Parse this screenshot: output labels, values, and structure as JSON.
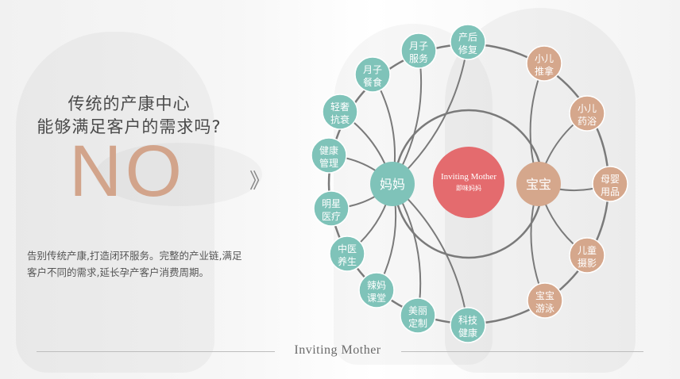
{
  "headline": {
    "line1": "传统的产康中心",
    "line2": "能够满足客户的需求吗?"
  },
  "answer": "NO",
  "description": "告别传统产康,打造闭环服务。完整的产业链,满足客户不同的需求,延长孕产客户消费周期。",
  "chevron": "》",
  "colors": {
    "teal": "#7fc3b9",
    "tan": "#d5a78c",
    "brand": "#e46b6e",
    "line": "#7a7a7a",
    "answer": "#d2a48b"
  },
  "diagram": {
    "center": {
      "line1": "Inviting Mother",
      "line2": "即味妈妈"
    },
    "mother_hub": "妈妈",
    "baby_hub": "宝宝",
    "mother_services": [
      [
        "产后",
        "修复"
      ],
      [
        "月子",
        "服务"
      ],
      [
        "月子",
        "餐食"
      ],
      [
        "轻奢",
        "抗衰"
      ],
      [
        "健康",
        "管理"
      ],
      [
        "明星",
        "医疗"
      ],
      [
        "中医",
        "养生"
      ],
      [
        "辣妈",
        "课堂"
      ],
      [
        "美丽",
        "定制"
      ],
      [
        "科技",
        "健康"
      ]
    ],
    "baby_services": [
      [
        "小儿",
        "推拿"
      ],
      [
        "小儿",
        "药浴"
      ],
      [
        "母婴",
        "用品"
      ],
      [
        "儿童",
        "摄影"
      ],
      [
        "宝宝",
        "游泳"
      ]
    ]
  },
  "footer": {
    "logo": "Inviting Mother"
  }
}
